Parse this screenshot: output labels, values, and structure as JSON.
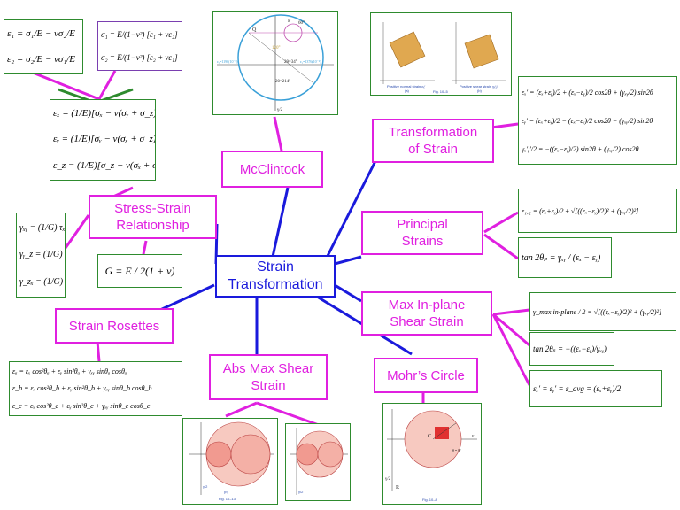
{
  "center": {
    "line1": "Strain",
    "line2": "Transformation"
  },
  "topics": {
    "mcclintock": "McClintock",
    "stress_strain": {
      "line1": "Stress-Strain",
      "line2": "Relationship"
    },
    "rosettes": "Strain Rosettes",
    "abs_max": {
      "line1": "Abs Max Shear",
      "line2": "Strain"
    },
    "mohr": "Mohr’s Circle",
    "max_inplane": {
      "line1": "Max In-plane",
      "line2": "Shear Strain"
    },
    "principal": {
      "line1": "Principal",
      "line2": "Strains"
    },
    "transformation": {
      "line1": "Transformation",
      "line2": "of Strain"
    }
  },
  "equations": {
    "plane_strain": [
      "ε₁ = σ₁/E − νσ₂/E",
      "ε₂ = σ₂/E − νσ₁/E"
    ],
    "plane_stress": [
      "σ₁ = E/(1−ν²) [ε₁ + νε₂]",
      "σ₂ = E/(1−ν²) [ε₂ + νε₁]"
    ],
    "hooke": [
      "εₓ = (1/E)[σₓ − ν(σᵧ + σ_z)]",
      "εᵧ = (1/E)[σᵧ − ν(σₓ + σ_z)]",
      "ε_z = (1/E)[σ_z − ν(σₓ + σᵧ)]"
    ],
    "shear": [
      "γₓᵧ = (1/G) τₓᵧ",
      "γᵧ_z = (1/G) τᵧ_z",
      "γ_zₓ = (1/G) τ_zₓ"
    ],
    "modulus": "G = E / 2(1 + ν)",
    "rosette": [
      "εₐ = εₓ cos²θₐ + εᵧ sin²θₐ + γₓᵧ sinθₐ cosθₐ",
      "ε_b = εₓ cos²θ_b + εᵧ sin²θ_b + γₓᵧ sinθ_b cosθ_b",
      "ε_c = εₓ cos²θ_c + εᵧ sin²θ_c + γₓᵧ sinθ_c cosθ_c"
    ],
    "transform": [
      "εₓ′ = (εₓ+εᵧ)/2 + (εₓ−εᵧ)/2 cos2θ + (γₓᵧ/2) sin2θ",
      "εᵧ′ = (εₓ+εᵧ)/2 − (εₓ−εᵧ)/2 cos2θ − (γₓᵧ/2) sin2θ",
      "γₓ′ᵧ′/2 = −((εₓ−εᵧ)/2) sin2θ + (γₓᵧ/2) cos2θ"
    ],
    "principal_1": "ε₁,₂ = (εₓ+εᵧ)/2 ± √[((εₓ−εᵧ)/2)² + (γₓᵧ/2)²]",
    "principal_2": "tan 2θₚ = γₓᵧ / (εₓ − εᵧ)",
    "maxshear_1": "γ_max in-plane / 2 = √[((εₓ−εᵧ)/2)² + (γₓᵧ/2)²]",
    "maxshear_2": "tan 2θₛ = −((εₓ−εᵧ)/γₓᵧ)",
    "maxshear_3": "εₓ′ = εᵧ′ = ε_avg = (εₓ+εᵧ)/2"
  },
  "figures": {
    "mcclintock": {
      "labels": [
        "Q",
        "P",
        "60°",
        "120°",
        "2θ=34°",
        "2θ=214°",
        "ε₁=1376(10⁻⁶)",
        "ε₂=1190(10⁻⁶)",
        "γ/2"
      ]
    },
    "transform_fig": {
      "captions": [
        "Positive normal strain εₓ′",
        "Positive shear strain γₓ′ᵧ′",
        "(a)",
        "(b)",
        "Fig. 10–5"
      ]
    },
    "abs_max_fig": {
      "captions": [
        "(b)",
        "Fig. 10–13",
        "γ/2",
        "γ/2"
      ]
    },
    "mohr_fig": {
      "labels": [
        "C",
        "ε",
        "R",
        "θ = 0°",
        "γ/2",
        "Fig. 10–8"
      ]
    }
  },
  "colors": {
    "topic": "#e020e0",
    "center": "#1a1adc",
    "equation_border": "#2e8b2e",
    "connector": "#1a1adc"
  }
}
